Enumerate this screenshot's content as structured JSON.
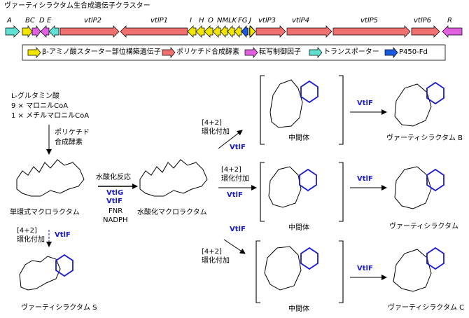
{
  "cluster": {
    "title": "ヴァーティシラクタム生合成遺伝子クラスター",
    "genes": [
      "A",
      "BC",
      "D",
      "E",
      "vtlP2",
      "vtlP1",
      "I",
      "H",
      "O",
      "NMLK",
      "FG",
      "J",
      "vtlP3",
      "vtlP4",
      "vtlP5",
      "vtlP6",
      "R"
    ]
  },
  "legend": {
    "items": [
      {
        "label": "β-アミノ酸スターター部位構築遺伝子",
        "color": "#f2e600"
      },
      {
        "label": "ポリケチド合成酵素",
        "color": "#f07070"
      },
      {
        "label": "転写制御因子",
        "color": "#e060e0"
      },
      {
        "label": "トランスポーター",
        "color": "#60e0d0"
      },
      {
        "label": "P450-Fd",
        "color": "#1a5ae0"
      }
    ]
  },
  "substrates": {
    "line1": "L-グルタミン酸",
    "line2": "9 × マロニルCoA",
    "line3": "1 × メチルマロニルCoA"
  },
  "pks_step": {
    "line1": "ポリケチド",
    "line2": "合成酵素"
  },
  "hydroxylation": {
    "label": "水酸化反応",
    "enzyme1": "VtlG",
    "enzyme2": "VtlF",
    "cofactor1": "FNR",
    "cofactor2": "NADPH"
  },
  "cycloaddition": {
    "top": "[4+2]",
    "bottom": "環化付加",
    "enzyme": "VtlF"
  },
  "compounds": {
    "monocyclic": "単環式マクロラクタム",
    "hydroxylated": "水酸化マクロラクタム",
    "vs": "ヴァーティシラクタム S",
    "intermediate": "中間体",
    "vb": "ヴァーティシラクタム B",
    "v": "ヴァーティシラクタム",
    "vc": "ヴァーティシラクタム C"
  }
}
